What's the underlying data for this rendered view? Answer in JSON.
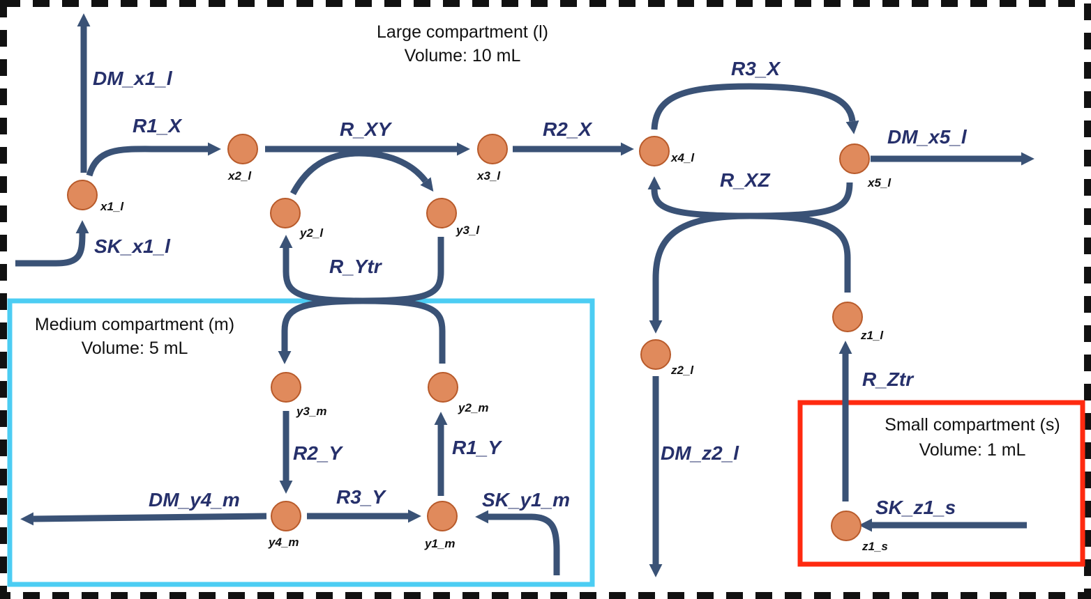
{
  "compartments": {
    "large": {
      "name": "Large compartment (l)",
      "volume": "Volume: 10 mL",
      "color": "#111111"
    },
    "medium": {
      "name": "Medium compartment (m)",
      "volume": "Volume: 5 mL",
      "color": "#4ccdf3"
    },
    "small": {
      "name": "Small compartment (s)",
      "volume": "Volume: 1 mL",
      "color": "#ff2a10"
    }
  },
  "reactions": {
    "DM_x1_l": "DM_x1_l",
    "R1_X": "R1_X",
    "SK_x1_l": "SK_x1_l",
    "R_XY": "R_XY",
    "R2_X": "R2_X",
    "R3_X": "R3_X",
    "DM_x5_l": "DM_x5_l",
    "R_XZ": "R_XZ",
    "R_Ytr": "R_Ytr",
    "R2_Y": "R2_Y",
    "R1_Y": "R1_Y",
    "R3_Y": "R3_Y",
    "DM_y4_m": "DM_y4_m",
    "SK_y1_m": "SK_y1_m",
    "DM_z2_l": "DM_z2_l",
    "R_Ztr": "R_Ztr",
    "SK_z1_s": "SK_z1_s"
  },
  "metabolites": {
    "x1_l": "x1_l",
    "x2_l": "x2_l",
    "x3_l": "x3_l",
    "x4_l": "x4_l",
    "x5_l": "x5_l",
    "y2_l": "y2_l",
    "y3_l": "y3_l",
    "y1_m": "y1_m",
    "y2_m": "y2_m",
    "y3_m": "y3_m",
    "y4_m": "y4_m",
    "z1_l": "z1_l",
    "z2_l": "z2_l",
    "z1_s": "z1_s"
  },
  "colors": {
    "arrow": "#3a5276",
    "node_fill": "#e08a5c",
    "node_stroke": "#b85a2a",
    "reaction_text": "#26306b"
  }
}
